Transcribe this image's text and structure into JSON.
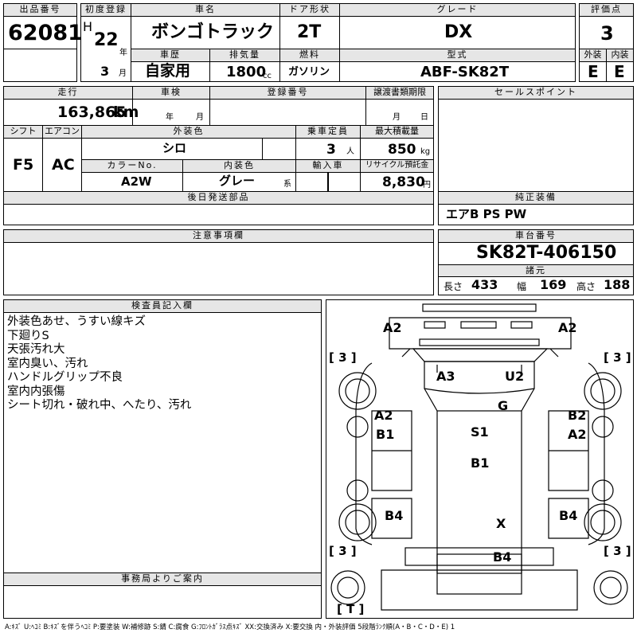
{
  "header": {
    "lot_label": "出品番号",
    "lot": "62081",
    "first_reg_label": "初度登録",
    "era": "H",
    "year": "22",
    "year_unit": "年",
    "month": "3",
    "month_unit": "月",
    "name_label": "車名",
    "name": "ボンゴトラック",
    "door_label": "ドア形状",
    "door": "2T",
    "grade_label": "グレード",
    "grade": "DX",
    "score_label": "評価点",
    "score": "3",
    "history_label": "車歴",
    "history": "自家用",
    "disp_label": "排気量",
    "disp": "1800",
    "disp_unit": "cc",
    "fuel_label": "燃料",
    "fuel": "ガソリン",
    "model_label": "型式",
    "model": "ABF-SK82T",
    "ext_label": "外装",
    "ext": "E",
    "int_label": "内装",
    "int": "E"
  },
  "specs": {
    "mileage_label": "走行",
    "mileage": "163,865",
    "mileage_unit": "km",
    "inspection_label": "車検",
    "insp_year_unit": "年",
    "insp_month_unit": "月",
    "reg_label": "登録番号",
    "transfer_label": "譲渡書類期限",
    "transfer_month_unit": "月",
    "transfer_day_unit": "日",
    "shift_label": "シフト",
    "shift": "F5",
    "ac_label": "エアコン",
    "ac": "AC",
    "color_label": "外装色",
    "color": "シロ",
    "capacity_label": "乗車定員",
    "capacity": "3",
    "capacity_unit": "人",
    "load_label": "最大積載量",
    "load": "850",
    "load_unit": "kg",
    "color_no_label": "カラーNo.",
    "color_no": "A2W",
    "int_color_label": "内装色",
    "int_color": "グレー",
    "int_color_suffix": "系",
    "import_label": "輸入車",
    "recycle_label": "リサイクル預託金",
    "recycle": "8,830",
    "recycle_unit": "円"
  },
  "sales_points": {
    "label": "セールスポイント"
  },
  "later_parts": {
    "label": "後日発送部品"
  },
  "genuine": {
    "label": "純正装備",
    "value": "エアB PS PW"
  },
  "notes": {
    "label": "注意事項欄"
  },
  "chassis": {
    "label": "車台番号",
    "value": "SK82T-406150"
  },
  "dims": {
    "label": "諸元",
    "length_label": "長さ",
    "length": "433",
    "width_label": "幅",
    "width": "169",
    "height_label": "高さ",
    "height": "188"
  },
  "inspector": {
    "label": "検査員記入欄",
    "lines": [
      "外装色あせ、うすい線キズ",
      "下廻りS",
      "天張汚れ大",
      "室内臭い、汚れ",
      "ハンドルグリップ不良",
      "室内内張傷",
      "シート切れ・破れ中、へたり、汚れ"
    ]
  },
  "office": {
    "label": "事務局よりご案内"
  },
  "diagram": {
    "marks": [
      "A2",
      "A2",
      "A3",
      "U2",
      "G",
      "A2",
      "B1",
      "S1",
      "B2",
      "A2",
      "B1",
      "B4",
      "X",
      "B4",
      "B4"
    ],
    "tires": [
      "[ 3 ]",
      "[ 3 ]",
      "[ 3 ]",
      "[ 3 ]",
      "[ T ]"
    ]
  },
  "legend": "A:ｷｽﾞ U:ﾍｺﾐ B:ｷｽﾞを伴うﾍｺﾐ P:要塗装 W:補修跡 S:錆 C:腐食 G:ﾌﾛﾝﾄｶﾞﾗｽ点ｷｽﾞ XX:交換済み X:要交換 内・外装評価 5段階ﾗﾝｸ順(A・B・C・D・E) 1"
}
